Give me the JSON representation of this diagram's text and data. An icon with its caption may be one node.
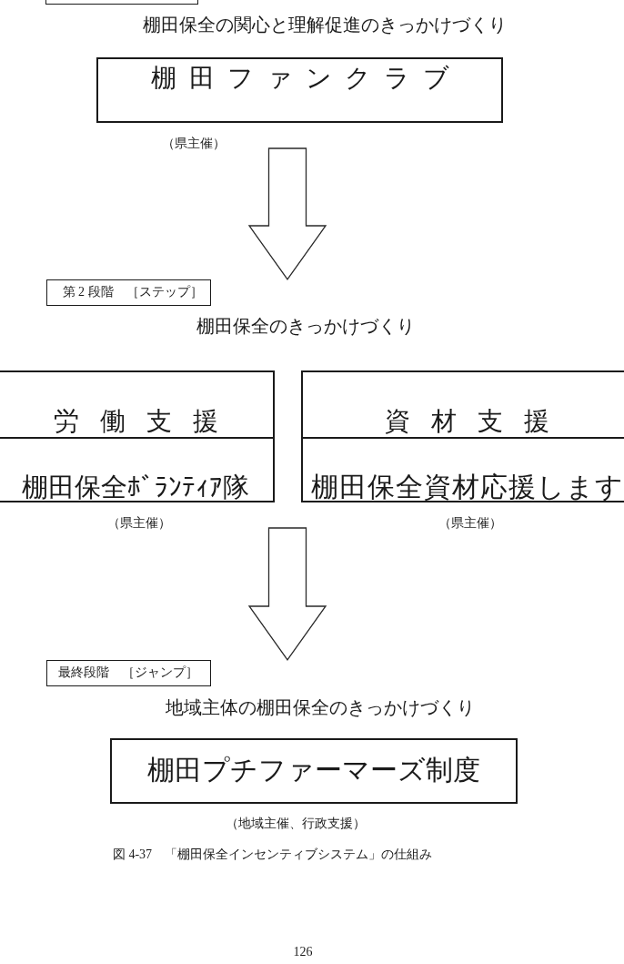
{
  "diagram": {
    "caption": "図 4-37　「棚田保全インセンティブシステム」の仕組み",
    "nodes": [
      {
        "text": [],
        "shape": "box"
      },
      {
        "text": [
          "棚田ファンクラブ"
        ],
        "beside": [
          "（県主催）"
        ]
      },
      {
        "text": [
          "第 2 段階　［ステップ］"
        ]
      },
      {
        "text": [
          "労働支援",
          "棚田保全ﾎﾞﾗﾝﾃｨｱ隊"
        ],
        "beside": [
          "（県主催）"
        ]
      },
      {
        "text": [
          "資材支援",
          "棚田保全資材応援します"
        ],
        "beside": [
          "（県主催）"
        ]
      },
      {
        "text": [
          "最終段階　［ジャンプ］"
        ]
      },
      {
        "text": [
          "棚田プチファーマーズ制度"
        ],
        "beside": [
          "（地域主催、行政支援）"
        ]
      }
    ],
    "edges": [
      {
        "from": 1,
        "to": 2,
        "arrow": "to"
      },
      {
        "from": 3,
        "to": 5,
        "arrow": "to"
      },
      {
        "from": 4,
        "to": 5,
        "arrow": "to"
      }
    ],
    "labels": [
      "棚田保全の関心と理解促進のきっかけづくり",
      "棚田保全のきっかけづくり",
      "地域主体の棚田保全のきっかけづくり",
      "126"
    ]
  }
}
